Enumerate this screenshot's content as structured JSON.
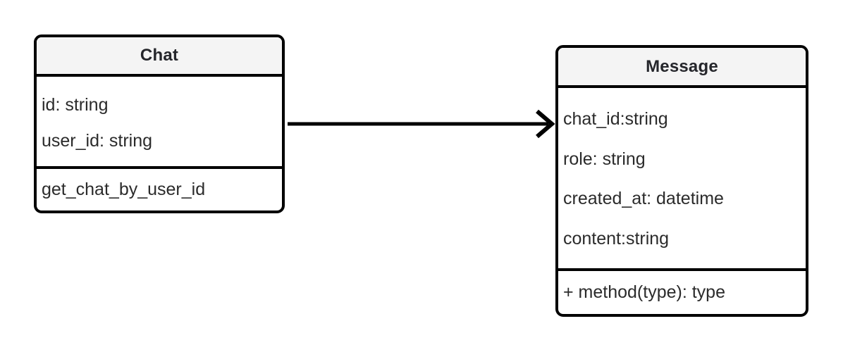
{
  "diagram": {
    "type": "uml-class-diagram",
    "background_color": "#ffffff",
    "border_color": "#000000",
    "header_fill": "#f4f4f4",
    "title_color": "#25262b",
    "text_color": "#2b2b2b"
  },
  "classes": [
    {
      "id": "chat",
      "name": "Chat",
      "attributes": [
        {
          "text": "id: string"
        },
        {
          "text": "user_id: string"
        }
      ],
      "methods": [
        {
          "text": "get_chat_by_user_id"
        }
      ]
    },
    {
      "id": "message",
      "name": "Message",
      "attributes": [
        {
          "text": "chat_id:string"
        },
        {
          "text": "role: string"
        },
        {
          "text": "created_at: datetime"
        },
        {
          "text": "content:string"
        }
      ],
      "methods": [
        {
          "text": "+ method(type): type"
        }
      ]
    }
  ],
  "relationships": [
    {
      "id": "chat-to-message",
      "name": "association-arrow",
      "from": "chat",
      "to": "message",
      "style": "solid",
      "arrowhead": "open",
      "label": ""
    }
  ]
}
